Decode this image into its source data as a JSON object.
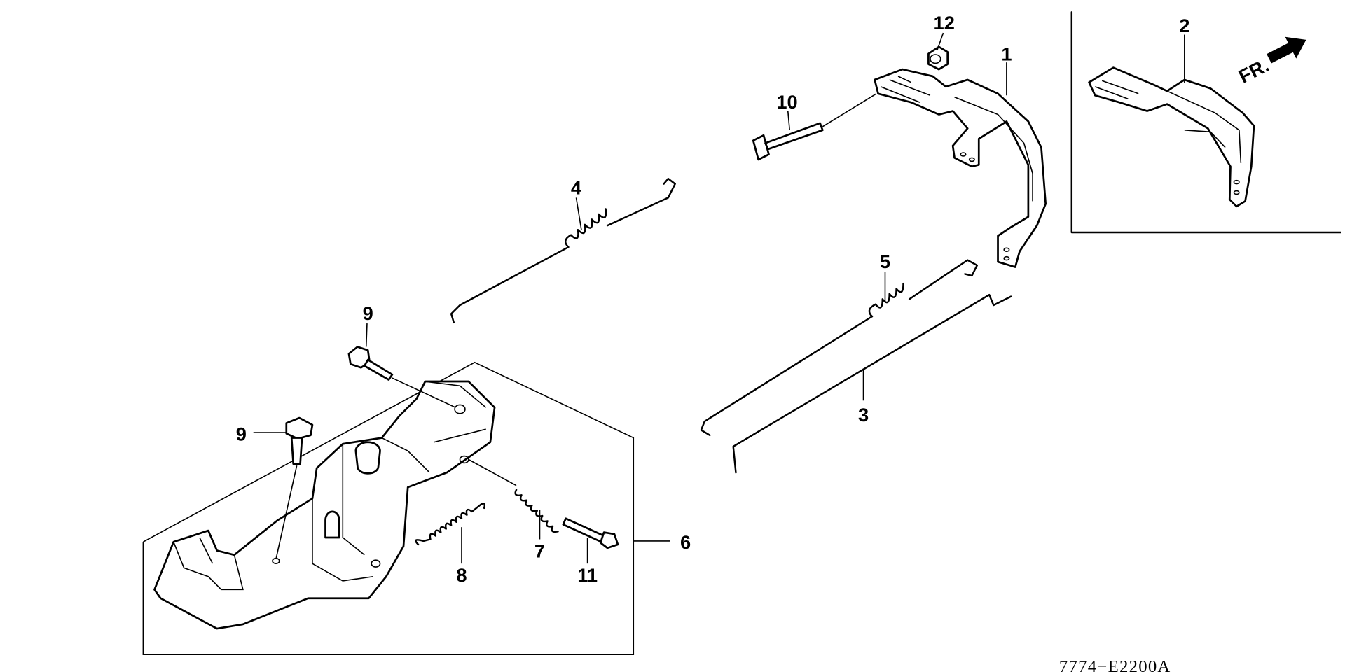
{
  "diagram": {
    "callouts": {
      "p1": "1",
      "p2": "2",
      "p3": "3",
      "p4": "4",
      "p5": "5",
      "p6": "6",
      "p7": "7",
      "p8": "8",
      "p9a": "9",
      "p9b": "9",
      "p10": "10",
      "p11": "11",
      "p12": "12"
    },
    "direction_marker": "FR.",
    "diagram_code": "7774−E2200A"
  }
}
